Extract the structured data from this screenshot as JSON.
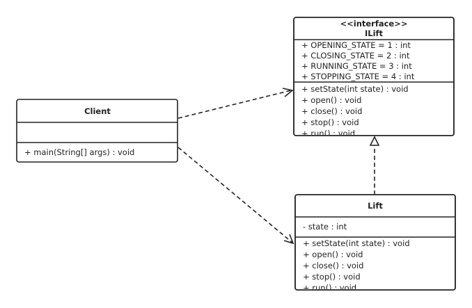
{
  "interface_box": {
    "stereotype": "<<interface>>",
    "name": "ILift",
    "attributes": [
      "+ OPENING_STATE = 1 : int",
      "+ CLOSING_STATE = 2 : int",
      "+ RUNNING_STATE = 3 : int",
      "+ STOPPING_STATE = 4 : int"
    ],
    "methods": [
      "+ setState(int state) : void",
      "+ open() : void",
      "+ close() : void",
      "+ stop() : void",
      "+ run() : void"
    ]
  },
  "client_box": {
    "name": "Client",
    "attributes": [],
    "methods": [
      "+ main(String[] args) : void"
    ]
  },
  "lift_box": {
    "name": "Lift",
    "attributes": [
      "- state : int"
    ],
    "methods": [
      "+ setState(int state) : void",
      "+ open() : void",
      "+ close() : void",
      "+ stop() : void",
      "+ run() : void"
    ]
  },
  "relations": [
    {
      "from": "Client",
      "to": "ILift",
      "type": "dependency"
    },
    {
      "from": "Client",
      "to": "Lift",
      "type": "dependency"
    },
    {
      "from": "Lift",
      "to": "ILift",
      "type": "realization"
    }
  ]
}
